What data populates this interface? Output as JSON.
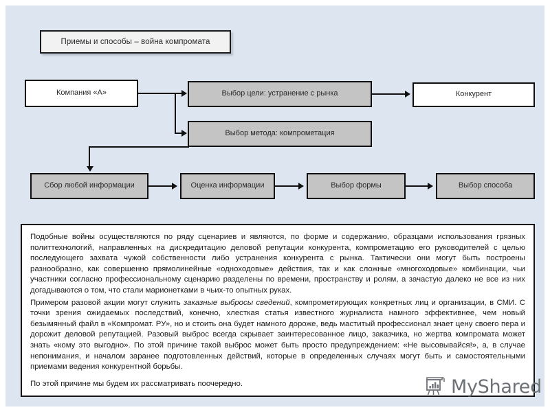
{
  "slide": {
    "background_color": "#dde5f0",
    "panel_color": "#ffffff",
    "node_gray": "#c4c4c4",
    "border_color": "#0e0e0e"
  },
  "title": {
    "text": "Приемы и способы – война компромата"
  },
  "diagram": {
    "nodes": [
      {
        "id": "company",
        "label": "Компания «А»",
        "fill": "white"
      },
      {
        "id": "goal",
        "label": "Выбор цели: устранение с рынка",
        "fill": "gray"
      },
      {
        "id": "competitor",
        "label": "Конкурент",
        "fill": "white"
      },
      {
        "id": "method",
        "label": "Выбор метода: компрометация",
        "fill": "gray"
      },
      {
        "id": "collect",
        "label": "Сбор любой информации",
        "fill": "gray"
      },
      {
        "id": "evaluate",
        "label": "Оценка информации",
        "fill": "gray"
      },
      {
        "id": "form",
        "label": "Выбор формы",
        "fill": "gray"
      },
      {
        "id": "way",
        "label": "Выбор способа",
        "fill": "gray"
      }
    ]
  },
  "body": {
    "paragraph_1_part_a": "Подобные войны осуществляются по ряду сценариев и являются, по форме и содержанию, образцами использования грязных политтехнологий, направленных на дискредитацию деловой репутации конкурента, компрометацию его руководителей с целью последующего захвата чужой собственности либо устранения конкурента с рынка. Тактически они могут быть построены разнообразно, как совершенно прямолинейные «одноходовые» действия, так и как сложные «многоходовые» комбинации, чьи участники согласно профессиональному сценарию разделены по времени,  пространству и ролям, а зачастую далеко не все из них догадываются о том, что стали марионетками в чьих-то опытных руках.",
    "paragraph_2_lead": "Примером разовой акции могут служить ",
    "paragraph_2_italic": "заказные выбросы сведений",
    "paragraph_2_tail": ", компрометирующих конкретных лиц и организации, в СМИ. С точки зрения ожидаемых последствий, конечно, хлесткая статья известного журналиста намного  эффективнее, чем новый безымянный файл в «Компромат. РУ», но и стоить она будет намного дороже, ведь маститый профессионал знает цену своего пера и дорожит деловой репутацией. Разовый выброс всегда скрывает заинтересованное лицо, заказчика, но жертва компромата может знать «кому это выгодно». По этой причине такой выброс может быть просто предупреждением: «Не высовывайся!», а, в случае непонимания, и началом заранее подготовленных действий, которые в определенных случаях могут быть и самостоятельными приемами ведения конкурентной борьбы.",
    "paragraph_3": "По этой причине мы будем их рассматривать поочередно."
  },
  "watermark": {
    "text": "MyShared",
    "icon": "projector-screen-icon",
    "color": "#6e7277"
  }
}
